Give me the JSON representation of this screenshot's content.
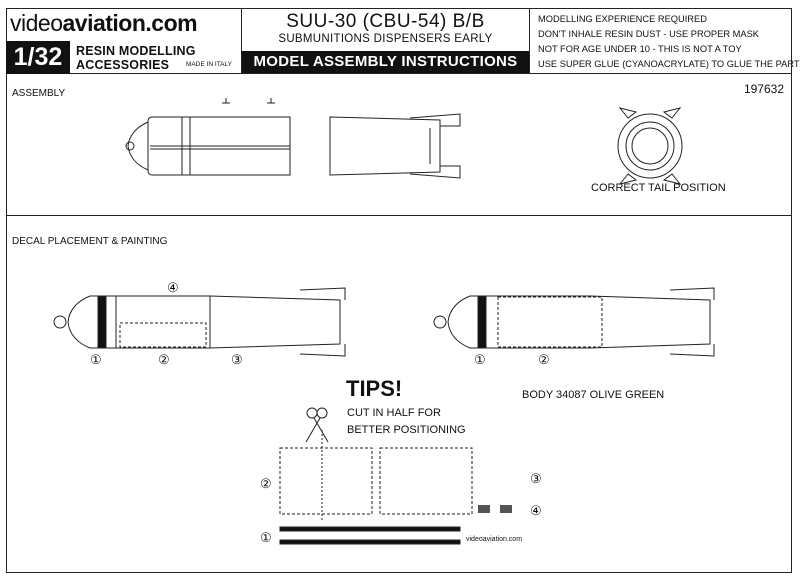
{
  "header": {
    "brand_prefix": "video",
    "brand_suffix": "aviation.com",
    "scale": "1/32",
    "line": "RESIN MODELLING ACCESSORIES",
    "made_in": "MADE IN ITALY",
    "title": "SUU-30 (CBU-54) B/B",
    "subtitle": "SUBMUNITIONS DISPENSERS EARLY",
    "banner": "MODEL ASSEMBLY INSTRUCTIONS",
    "warnings": [
      "MODELLING EXPERIENCE REQUIRED",
      "DON'T INHALE RESIN DUST - USE PROPER MASK",
      "NOT FOR AGE UNDER 10 - THIS IS NOT A TOY",
      "USE SUPER GLUE (CYANOACRYLATE) TO GLUE THE PARTS"
    ]
  },
  "assembly": {
    "label": "ASSEMBLY",
    "code": "197632",
    "tail_caption": "CORRECT TAIL POSITION"
  },
  "decal": {
    "label": "DECAL PLACEMENT & PAINTING",
    "tips_title": "TIPS!",
    "tips_line1": "CUT IN HALF FOR",
    "tips_line2": "BETTER POSITIONING",
    "color_caption": "BODY 34087 OLIVE GREEN",
    "markers": [
      "①",
      "②",
      "③",
      "④"
    ],
    "footer_logo": "videoaviation.com"
  }
}
